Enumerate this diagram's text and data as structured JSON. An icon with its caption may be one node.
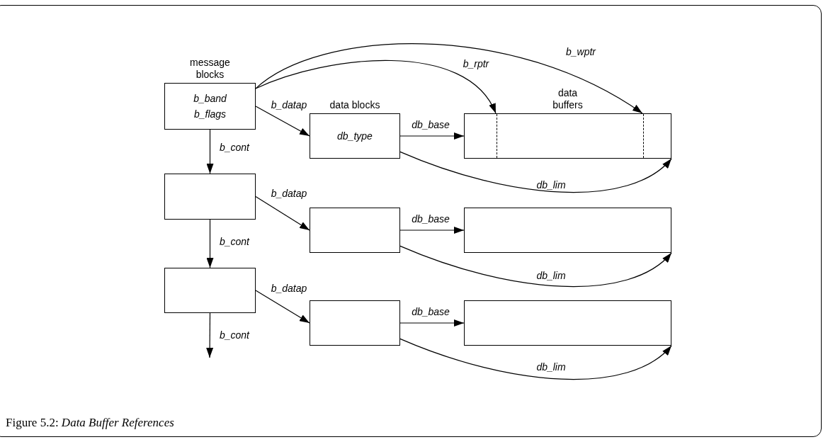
{
  "diagram": {
    "caption": "Figure 5.2: *Data Buffer References*",
    "nodes": [
      {
        "text": [
          "message blocks",
          "b_band",
          "b_flags"
        ]
      },
      {
        "text": [
          "data blocks",
          "db_type"
        ]
      },
      {
        "text": [
          "data buffers"
        ]
      },
      {
        "text": [],
        "shape": "box"
      },
      {
        "text": [],
        "shape": "box"
      },
      {
        "text": [],
        "shape": "box"
      },
      {
        "text": [],
        "shape": "box"
      },
      {
        "text": [],
        "shape": "box"
      },
      {
        "text": [],
        "shape": "box"
      }
    ],
    "edges": [
      {
        "from": 0,
        "to": 1,
        "arrow": "to",
        "label": "b_datap"
      },
      {
        "from": 0,
        "to": 3,
        "arrow": "to",
        "label": "b_cont"
      },
      {
        "from": 1,
        "to": 2,
        "arrow": "to",
        "label": "db_base"
      },
      {
        "from": 1,
        "to": 2,
        "arrow": "to",
        "label": "db_lim"
      },
      {
        "from": 0,
        "to": 2,
        "arrow": "to",
        "label": "b_rptr"
      },
      {
        "from": 0,
        "to": 2,
        "arrow": "to",
        "label": "b_wptr"
      },
      {
        "from": 3,
        "to": 4,
        "arrow": "to",
        "label": "b_datap"
      },
      {
        "from": 3,
        "to": 6,
        "arrow": "to",
        "label": "b_cont"
      },
      {
        "from": 4,
        "to": 5,
        "arrow": "to",
        "label": "db_base"
      },
      {
        "from": 4,
        "to": 5,
        "arrow": "to",
        "label": "db_lim"
      },
      {
        "from": 6,
        "to": 7,
        "arrow": "to",
        "label": "b_datap"
      },
      {
        "from": 6,
        "to": null,
        "arrow": "to",
        "label": "b_cont"
      },
      {
        "from": 7,
        "to": 8,
        "arrow": "to",
        "label": "db_base"
      },
      {
        "from": 7,
        "to": 8,
        "arrow": "to",
        "label": "db_lim"
      }
    ]
  }
}
